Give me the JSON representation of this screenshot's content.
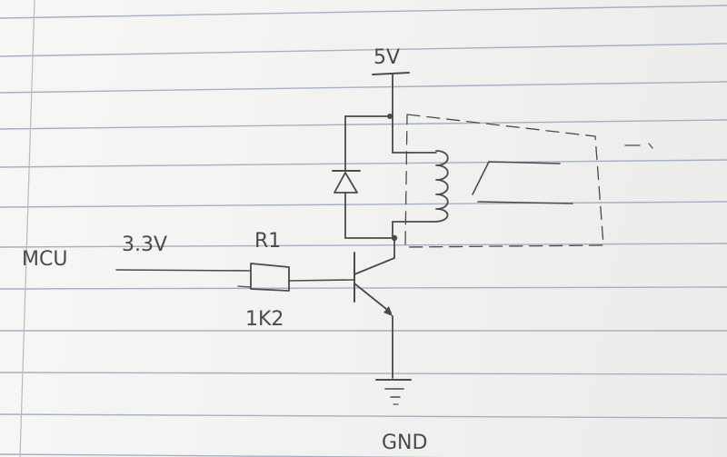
{
  "labels": {
    "supply": "5V",
    "mcu": "MCU",
    "logic_level": "3.3V",
    "resistor_name": "R1",
    "resistor_value": "1K2",
    "ground": "GND"
  },
  "colors": {
    "paper": "#f4f4f2",
    "ink": "#4b4b4b",
    "rule_lines": "#a3b0c6"
  }
}
